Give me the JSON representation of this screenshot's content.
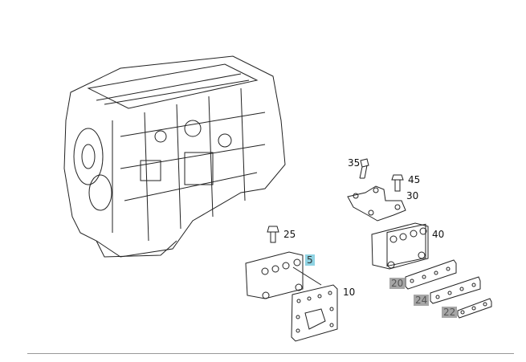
{
  "callouts": [
    {
      "id": "35",
      "style": "plain"
    },
    {
      "id": "45",
      "style": "plain"
    },
    {
      "id": "30",
      "style": "plain"
    },
    {
      "id": "25",
      "style": "plain"
    },
    {
      "id": "40",
      "style": "plain"
    },
    {
      "id": "5",
      "style": "selected"
    },
    {
      "id": "10",
      "style": "plain"
    },
    {
      "id": "20",
      "style": "unavailable"
    },
    {
      "id": "24",
      "style": "unavailable"
    },
    {
      "id": "22",
      "style": "unavailable"
    }
  ],
  "colors": {
    "selected": "#8fd3e3",
    "unavailable": "#a6a6a6",
    "line": "#222222"
  }
}
